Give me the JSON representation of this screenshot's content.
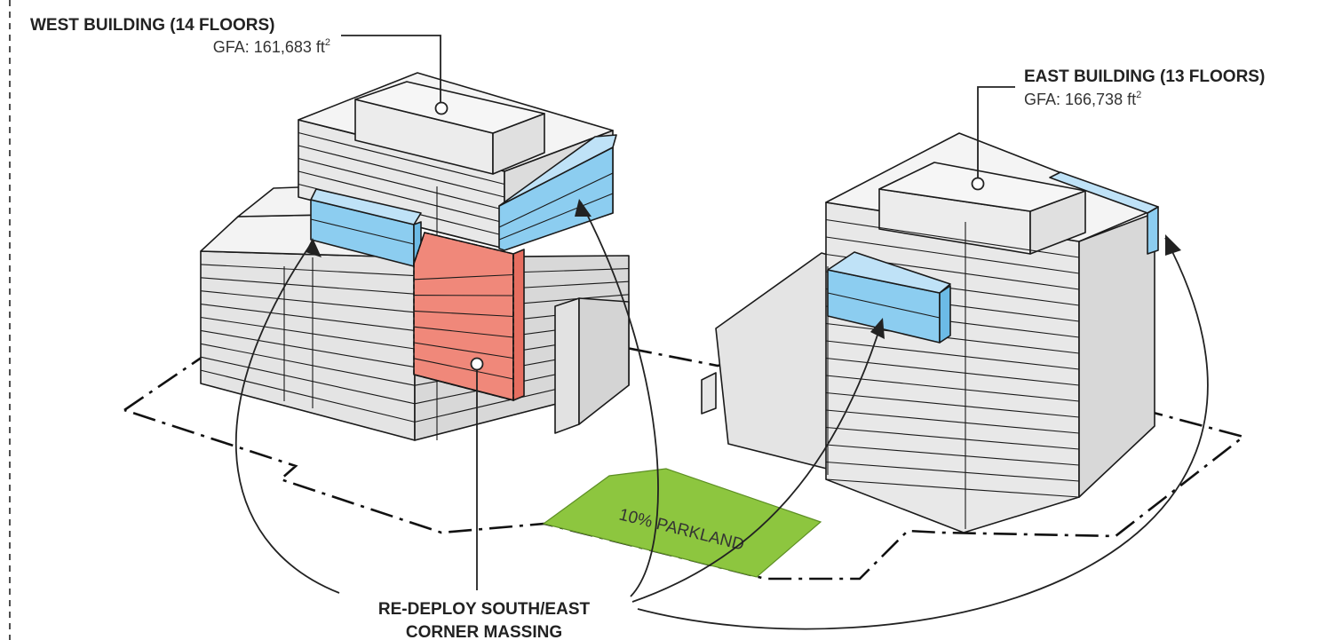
{
  "west_building": {
    "title": "WEST BUILDING (14 FLOORS)",
    "gfa_prefix": "GFA: 161,683 ft",
    "gfa_sup": "2"
  },
  "east_building": {
    "title": "EAST BUILDING (13 FLOORS)",
    "gfa_prefix": "GFA: 166,738 ft",
    "gfa_sup": "2"
  },
  "parkland": {
    "label": "10% PARKLAND"
  },
  "redeploy": {
    "line1": "RE-DEPLOY SOUTH/EAST",
    "line2": "CORNER MASSING"
  },
  "colors": {
    "mass_top": "#f2f2f2",
    "mass_front": "#e8e8e8",
    "mass_side": "#dcdcdc",
    "blue_top": "#bfe2f7",
    "blue_front": "#8ccdf0",
    "blue_side": "#6cbbe6",
    "red_front": "#f0887a",
    "red_side": "#e66e60",
    "parkland": "#8dc63f"
  }
}
